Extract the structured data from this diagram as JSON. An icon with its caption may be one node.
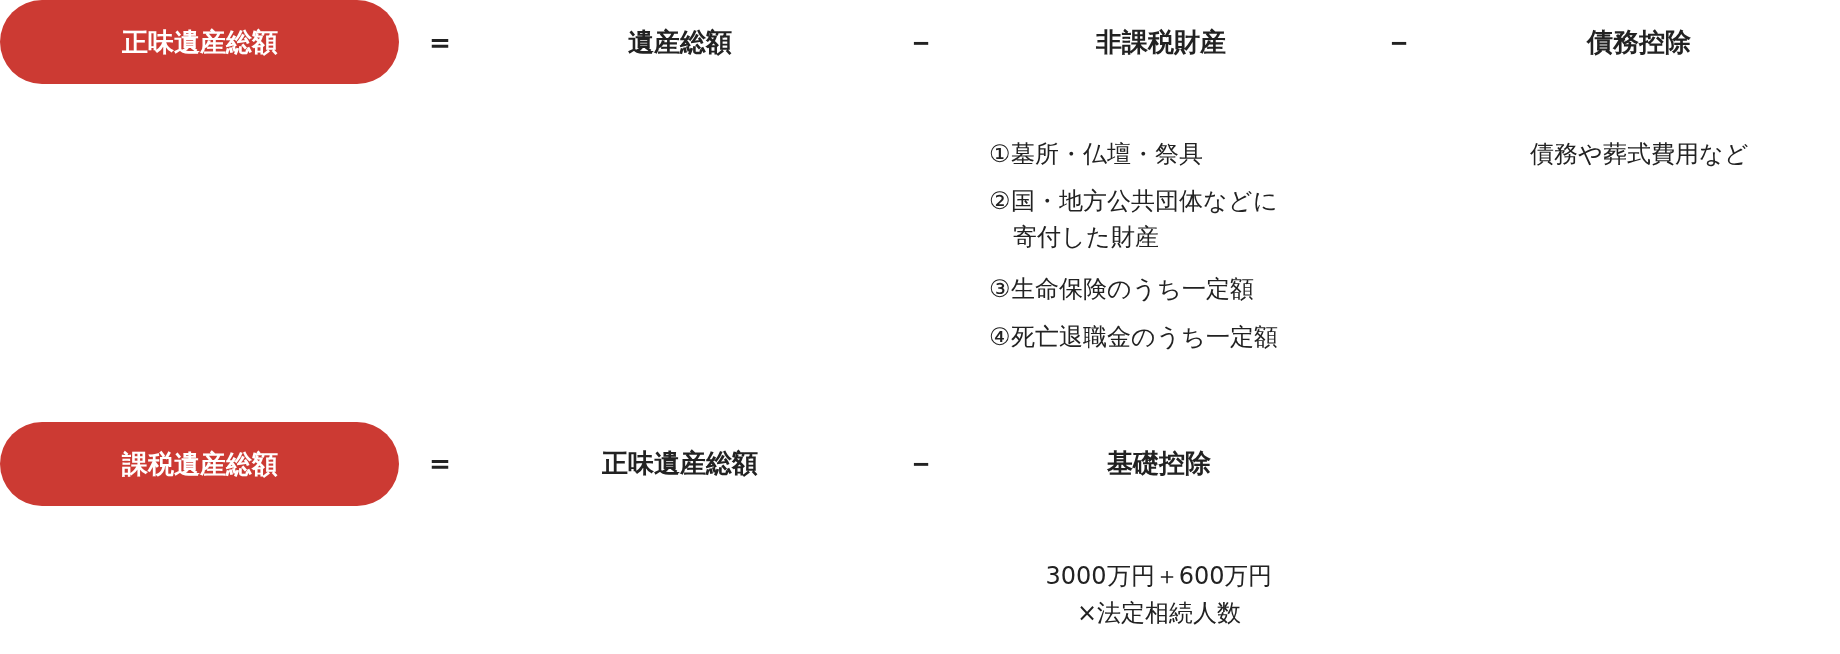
{
  "diagram": {
    "nodes": [
      {
        "text": [
          "正味遺産総額"
        ]
      },
      {
        "text": [
          "課税遺産総額"
        ]
      }
    ],
    "labels": [
      "＝",
      "遺産総額",
      "－",
      "非課税財産",
      "－",
      "債務控除",
      "①墓所・仏壇・祭具",
      "債務や葬式費用など",
      "②国・地方公共団体などに寄付した財産",
      "③生命保険のうち一定額",
      "④死亡退職金のうち一定額",
      "＝",
      "正味遺産総額",
      "－",
      "基礎控除",
      "3000万円＋600万円×法定相続人数"
    ]
  }
}
